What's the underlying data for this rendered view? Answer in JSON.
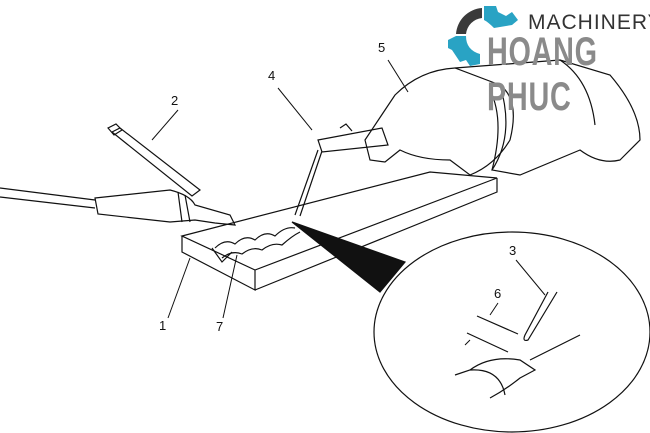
{
  "logo": {
    "line1": "MACHINERY",
    "line2": "HOANG PHUC",
    "accent_color": "#29a3c4",
    "dark_color": "#3a3a3a",
    "text_color": "#8a8a8a"
  },
  "callouts": [
    "1",
    "2",
    "3",
    "4",
    "5",
    "6",
    "7"
  ]
}
